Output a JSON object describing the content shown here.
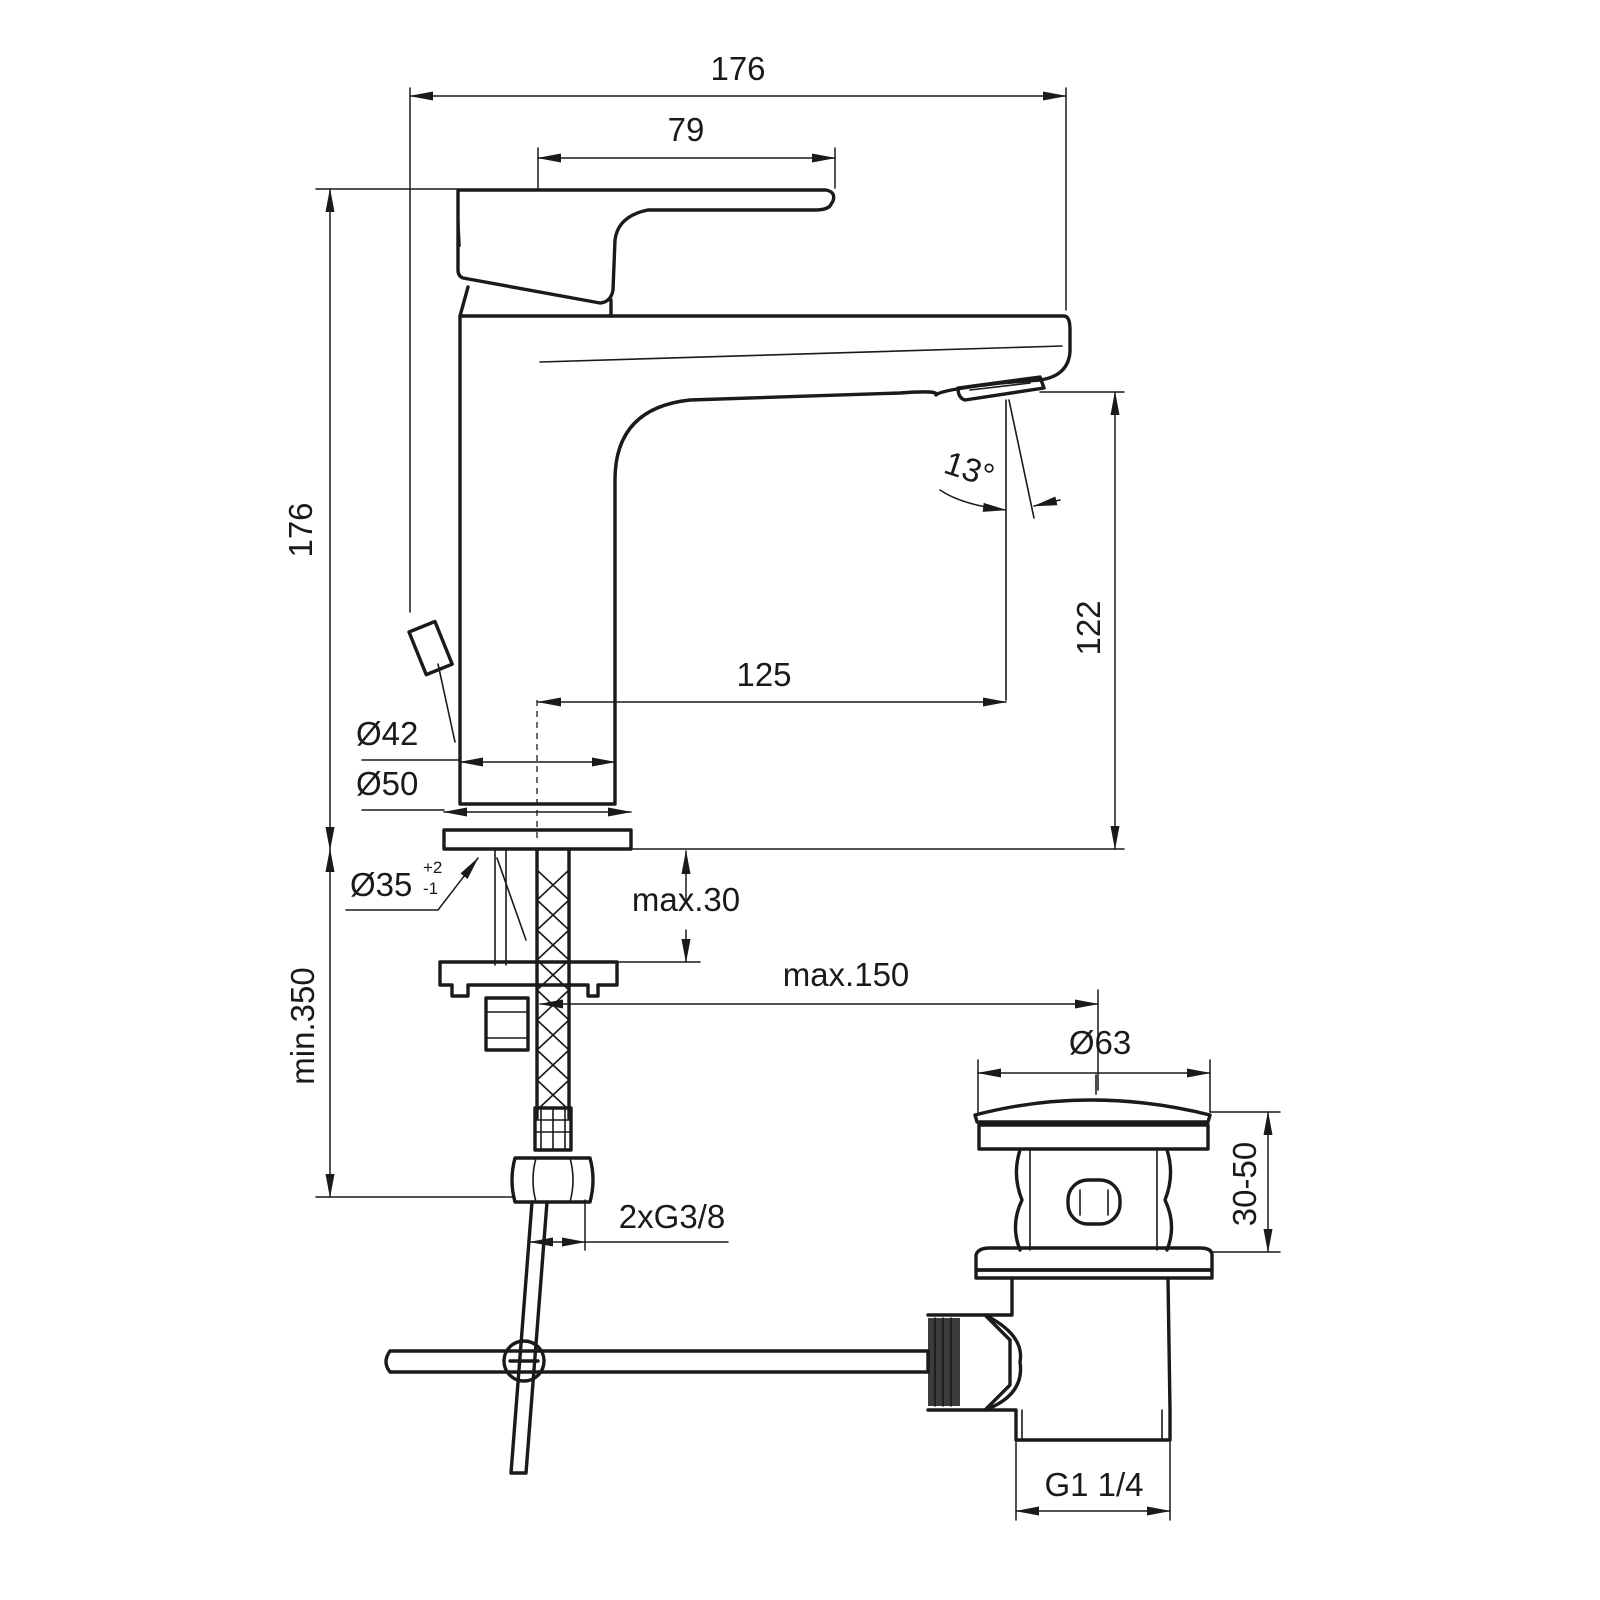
{
  "dimensions": {
    "overall_width": "176",
    "lever_length": "79",
    "overall_height": "176",
    "spout_height": "122",
    "spout_reach": "125",
    "flow_angle": "13°",
    "diameter_body": "Ø42",
    "diameter_base": "Ø50",
    "hole_diameter": "Ø35",
    "hole_tolerance_upper": "+2",
    "hole_tolerance_lower": "-1",
    "max_deck_thickness": "max.30",
    "max_hose_offset": "max.150",
    "min_hose_length": "min.350",
    "connections": "2xG3/8",
    "waste_diameter": "Ø63",
    "waste_range": "30-50",
    "waste_thread": "G1 1/4"
  }
}
